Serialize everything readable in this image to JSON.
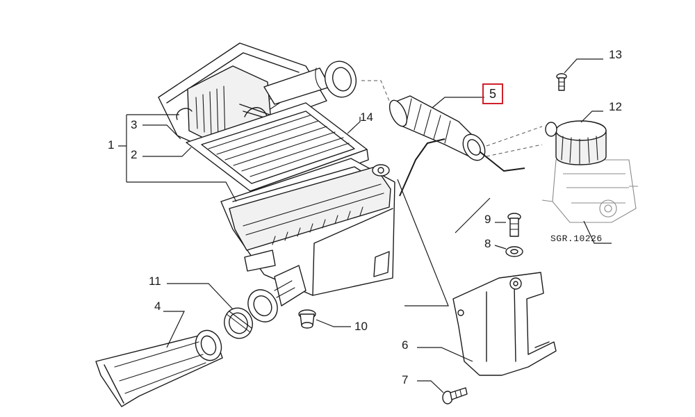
{
  "callouts": {
    "c1": "1",
    "c2": "2",
    "c3": "3",
    "c4": "4",
    "c5": "5",
    "c6": "6",
    "c7": "7",
    "c8": "8",
    "c9": "9",
    "c10": "10",
    "c11": "11",
    "c12": "12",
    "c13": "13",
    "c14": "14"
  },
  "highlighted_callout": "5",
  "highlight_color": "#d0202a",
  "reference_code": "SGR.10226"
}
